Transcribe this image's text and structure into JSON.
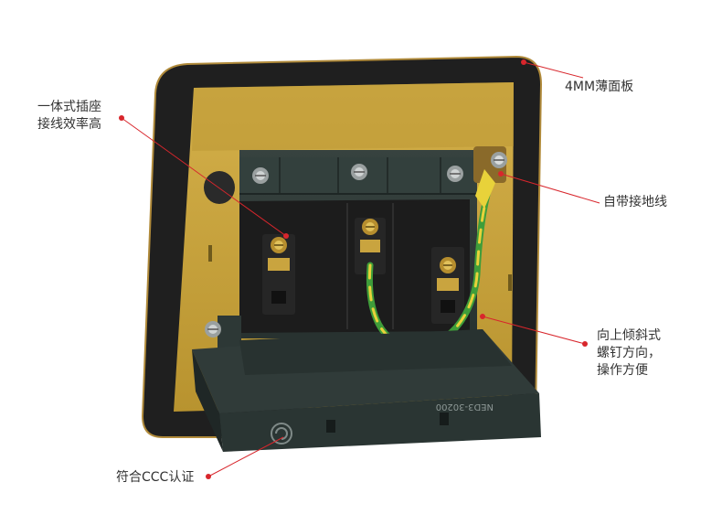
{
  "product": {
    "model_marking": "NED3-30200",
    "colors": {
      "frame": "#1f1f1f",
      "frame_edge": "#b08a3a",
      "gold_plate": "#c9a43f",
      "gold_shade": "#a88628",
      "housing": "#2f3a39",
      "housing_dark": "#242c2b",
      "socket_block": "#1c1c1c",
      "callout": "#d8262c",
      "ground_wire_green": "#3f9d3a",
      "ground_wire_yellow": "#e8d23a"
    }
  },
  "callouts": {
    "thin_panel": {
      "text": "4MM薄面板"
    },
    "integrated_socket": {
      "line1": "一体式插座",
      "line2": "接线效率高"
    },
    "ground_wire": {
      "text": "自带接地线"
    },
    "tilted_screw": {
      "line1": "向上倾斜式",
      "line2": "螺钉方向，",
      "line3": "操作方便"
    },
    "ccc": {
      "text": "符合CCC认证"
    }
  }
}
